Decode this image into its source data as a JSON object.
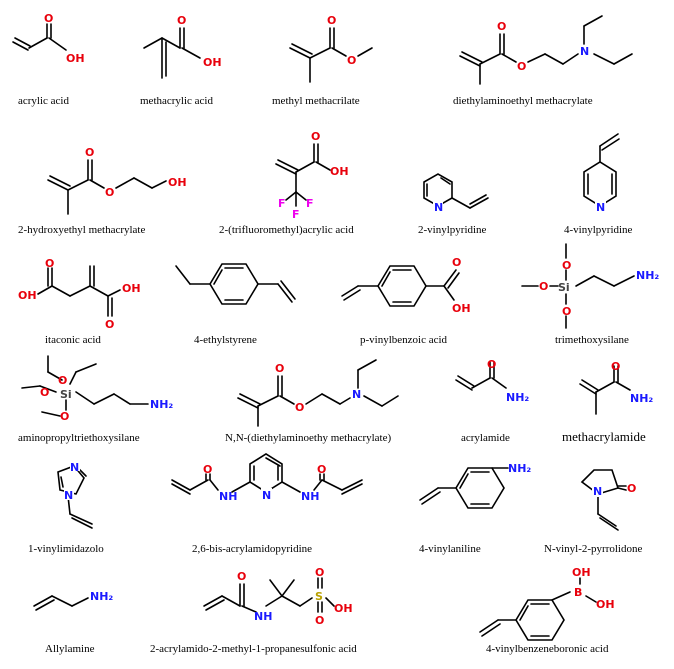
{
  "molecules": [
    {
      "name": "acrylic acid"
    },
    {
      "name": "methacrylic acid"
    },
    {
      "name": "methyl methacrilate"
    },
    {
      "name": "diethylaminoethyl methacrylate"
    },
    {
      "name": "2-hydroxyethyl methacrylate"
    },
    {
      "name": "2-(trifluoromethyl)acrylic acid"
    },
    {
      "name": "2-vinylpyridine"
    },
    {
      "name": "4-vinylpyridine"
    },
    {
      "name": "itaconic acid"
    },
    {
      "name": "4-ethylstyrene"
    },
    {
      "name": "p-vinylbenzoic acid"
    },
    {
      "name": "trimethoxysilane"
    },
    {
      "name": "aminopropyltriethoxysilane"
    },
    {
      "name": "N,N-(diethylaminoethy methacrylate)"
    },
    {
      "name": "acrylamide"
    },
    {
      "name": "methacrylamide"
    },
    {
      "name": "1-vinylimidazolo"
    },
    {
      "name": "2,6-bis-acrylamidopyridine"
    },
    {
      "name": "4-vinylaniline"
    },
    {
      "name": "N-vinyl-2-pyrrolidone"
    },
    {
      "name": "Allylamine"
    },
    {
      "name": "2-acrylamido-2-methyl-1-propanesulfonic acid"
    },
    {
      "name": "4-vinylbenzeneboronic acid"
    }
  ],
  "atoms": {
    "O": "O",
    "OH": "OH",
    "N": "N",
    "NH": "NH",
    "NH2": "NH₂",
    "F": "F",
    "S": "S",
    "Si": "Si",
    "B": "B"
  },
  "colors": {
    "oxygen": "#e8000b",
    "nitrogen": "#1a1aff",
    "fluorine": "#ee00ee",
    "sulfur": "#b8a000",
    "bond": "#000000"
  }
}
